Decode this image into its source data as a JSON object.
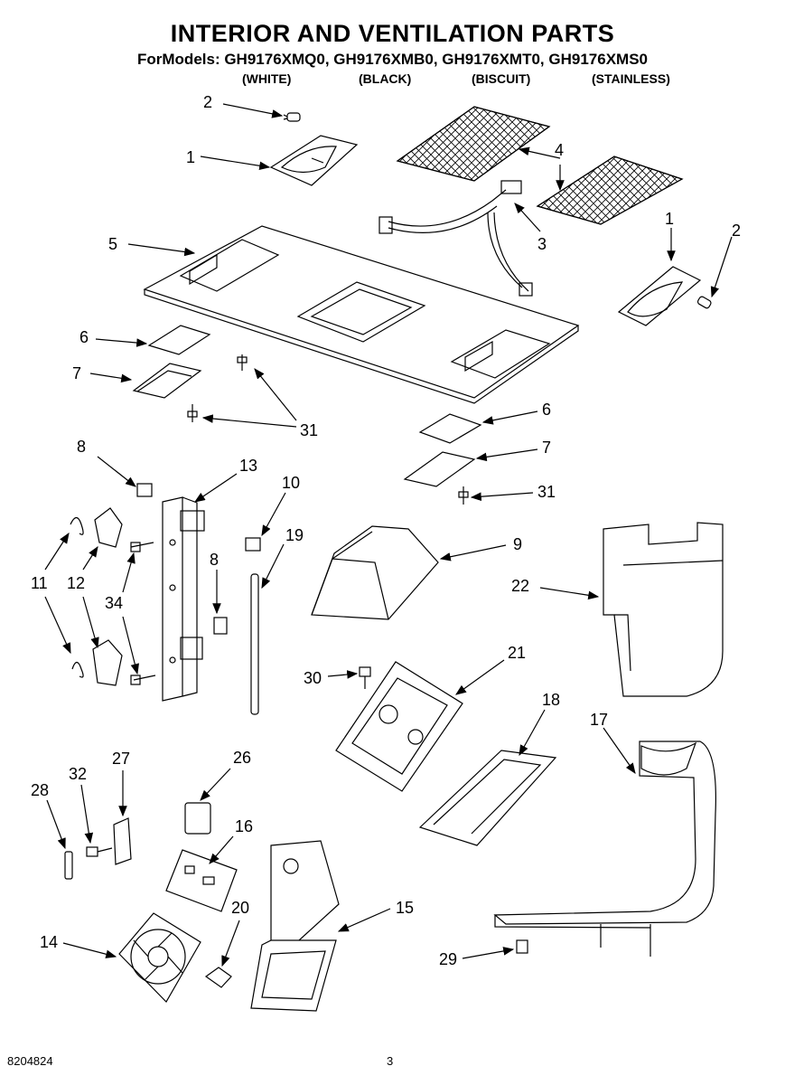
{
  "header": {
    "title": "INTERIOR AND VENTILATION PARTS",
    "models_line": "ForModels: GH9176XMQ0, GH9176XMB0, GH9176XMT0, GH9176XMS0",
    "variants": [
      "(WHITE)",
      "(BLACK)",
      "(BISCUIT)",
      "(STAINLESS)"
    ]
  },
  "callouts": [
    {
      "id": "c2a",
      "label": "2"
    },
    {
      "id": "c1a",
      "label": "1"
    },
    {
      "id": "c4",
      "label": "4"
    },
    {
      "id": "c3",
      "label": "3"
    },
    {
      "id": "c1b",
      "label": "1"
    },
    {
      "id": "c2b",
      "label": "2"
    },
    {
      "id": "c5",
      "label": "5"
    },
    {
      "id": "c6a",
      "label": "6"
    },
    {
      "id": "c7a",
      "label": "7"
    },
    {
      "id": "c31a",
      "label": "31"
    },
    {
      "id": "c6b",
      "label": "6"
    },
    {
      "id": "c7b",
      "label": "7"
    },
    {
      "id": "c31b",
      "label": "31"
    },
    {
      "id": "c8a",
      "label": "8"
    },
    {
      "id": "c13",
      "label": "13"
    },
    {
      "id": "c10",
      "label": "10"
    },
    {
      "id": "c19",
      "label": "19"
    },
    {
      "id": "c9",
      "label": "9"
    },
    {
      "id": "c22",
      "label": "22"
    },
    {
      "id": "c11",
      "label": "11"
    },
    {
      "id": "c12",
      "label": "12"
    },
    {
      "id": "c34",
      "label": "34"
    },
    {
      "id": "c8b",
      "label": "8"
    },
    {
      "id": "c21",
      "label": "21"
    },
    {
      "id": "c30",
      "label": "30"
    },
    {
      "id": "c18",
      "label": "18"
    },
    {
      "id": "c17",
      "label": "17"
    },
    {
      "id": "c27",
      "label": "27"
    },
    {
      "id": "c26",
      "label": "26"
    },
    {
      "id": "c32",
      "label": "32"
    },
    {
      "id": "c28",
      "label": "28"
    },
    {
      "id": "c16",
      "label": "16"
    },
    {
      "id": "c15",
      "label": "15"
    },
    {
      "id": "c20",
      "label": "20"
    },
    {
      "id": "c14",
      "label": "14"
    },
    {
      "id": "c29",
      "label": "29"
    }
  ],
  "footer": {
    "doc_number": "8204824",
    "page_number": "3"
  }
}
